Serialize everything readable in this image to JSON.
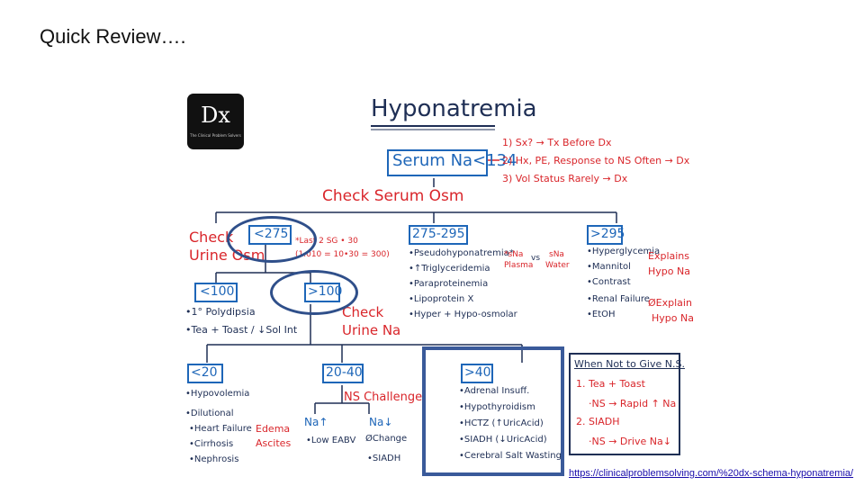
{
  "slide": {
    "title": "Quick Review…."
  },
  "logo": {
    "text": "Dx",
    "subtitle": "The Clinical Problem Solvers"
  },
  "diagram": {
    "title": "Hyponatremia",
    "serum": "Serum Na<134",
    "notes": [
      "1) Sx? → Tx Before Dx",
      "2) Hx, PE, Response to NS Often → Dx",
      "3) Vol Status Rarely → Dx"
    ],
    "check_serum_osm": "Check Serum Osm",
    "check_urine_osm": [
      "Check",
      "Urine Osm"
    ],
    "lt275": "<275",
    "lt275_note": [
      "*Last 2 SG • 30",
      "(1.010 = 10•30 = 300)"
    ],
    "range": "275-295",
    "range_items": [
      "•Pseudohyponatremia*",
      "•↑Triglyceridemia",
      "•Paraproteinemia",
      "•Lipoprotein X",
      "•Hyper + Hypo-osmolar"
    ],
    "sna": "*sNa",
    "plasma": "Plasma",
    "vs": "vs",
    "sna2": "sNa",
    "water": "Water",
    "gt295": ">295",
    "gt295_items": [
      "•Hyperglycemia",
      "•Mannitol",
      "•Contrast",
      "•Renal Failure",
      "•EtOH"
    ],
    "explains": [
      "Explains",
      "Hypo Na"
    ],
    "no_explain": [
      "ØExplain",
      "Hypo Na"
    ],
    "lt100": "<100",
    "lt100_items": [
      "•1° Polydipsia",
      "•Tea + Toast / ↓Sol Int"
    ],
    "gt100": ">100",
    "check_urine_na": [
      "Check",
      "Urine Na"
    ],
    "lt20": "<20",
    "lt20_items": [
      "•Hypovolemia",
      "•Dilutional",
      "•Heart Failure",
      "•Cirrhosis",
      "•Nephrosis"
    ],
    "edema": [
      "Edema",
      "Ascites"
    ],
    "r20_40": "20-40",
    "ns_challenge": "NS Challenge",
    "na_up": "Na↑",
    "na_up_item": "•Low EABV",
    "na_down": "Na↓",
    "na_down_items": [
      "ØChange",
      "•SIADH"
    ],
    "gt40": ">40",
    "gt40_items": [
      "•Adrenal Insuff.",
      "•Hypothyroidism",
      "•HCTZ (↑UricAcid)",
      "•SIADH (↓UricAcid)",
      "•Cerebral Salt Wasting"
    ],
    "ns_box": {
      "title": "When Not to Give N.S.",
      "items": [
        "1. Tea + Toast",
        "·NS → Rapid ↑ Na",
        "2. SIADH",
        "·NS → Drive Na↓"
      ]
    }
  },
  "source_link": "https://clinicalproblemsolving.com/%20dx-schema-hyponatremia/",
  "colors": {
    "blue": "#1e66b8",
    "red": "#d9262b",
    "dark": "#1f2f55",
    "annotation": "#2f4f8a"
  }
}
